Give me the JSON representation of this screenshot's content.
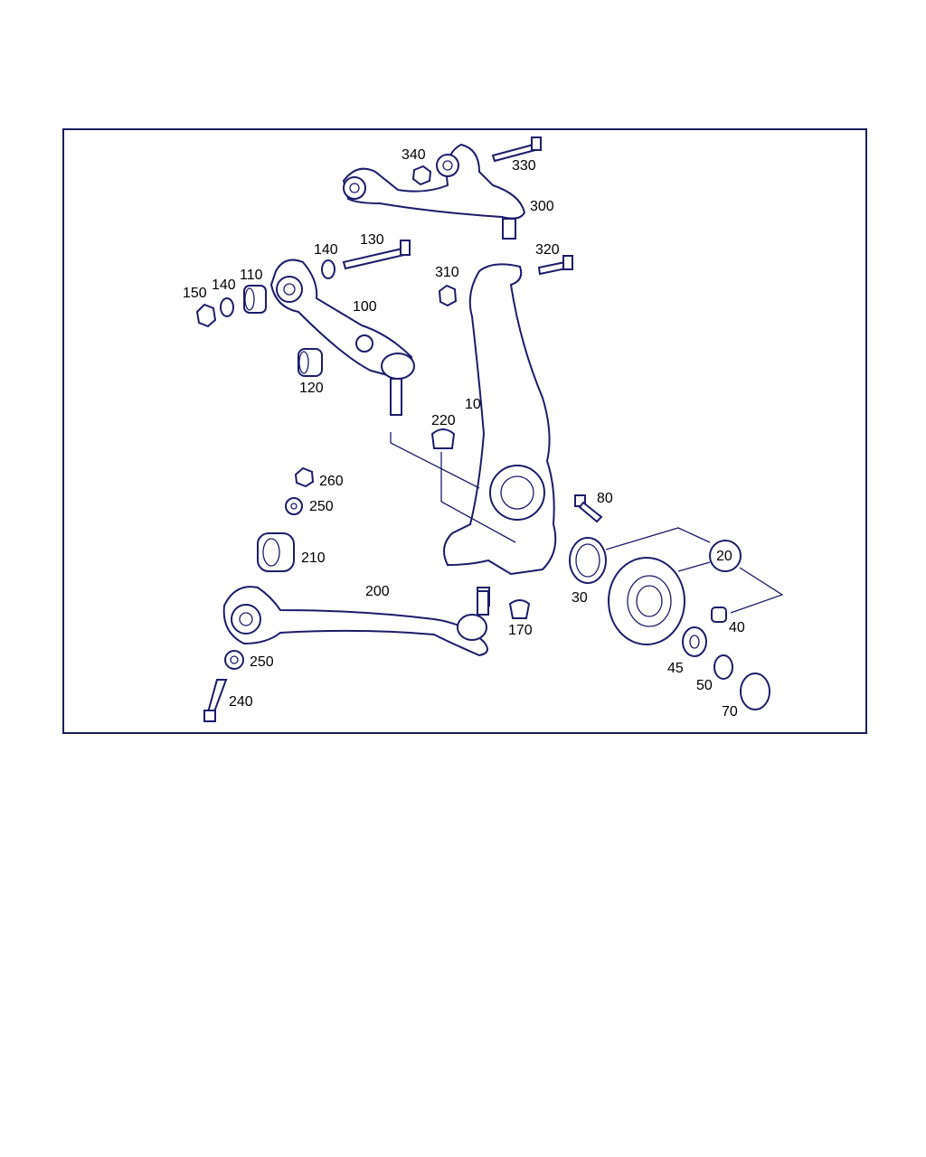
{
  "diagram": {
    "colors": {
      "line": "#1c1c6a",
      "text": "#000000",
      "frame": "#1c1c5e"
    },
    "labels": [
      "340",
      "330",
      "300",
      "130",
      "140",
      "320",
      "150",
      "140",
      "110",
      "310",
      "100",
      "120",
      "10",
      "220",
      "260",
      "250",
      "210",
      "80",
      "20",
      "200",
      "30",
      "40",
      "170",
      "250",
      "45",
      "50",
      "240",
      "70"
    ]
  }
}
